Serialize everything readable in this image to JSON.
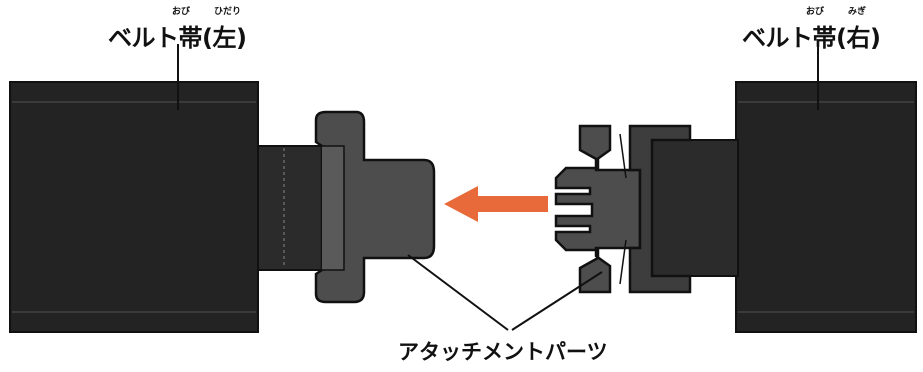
{
  "labels": {
    "left_belt": "ベルト帯(左)",
    "left_ruby_obi": "おび",
    "left_ruby_side": "ひだり",
    "right_belt": "ベルト帯(右)",
    "right_ruby_obi": "おび",
    "right_ruby_side": "みぎ",
    "attachment_parts": "アタッチメントパーツ"
  },
  "colors": {
    "belt": "#232323",
    "belt_edge": "#3a3a3a",
    "strap": "#2b2b2b",
    "buckle": "#4d4d4d",
    "buckle_dark": "#2e2e2e",
    "outline": "#111111",
    "arrow": "#e86a3a",
    "leader": "#111111"
  }
}
